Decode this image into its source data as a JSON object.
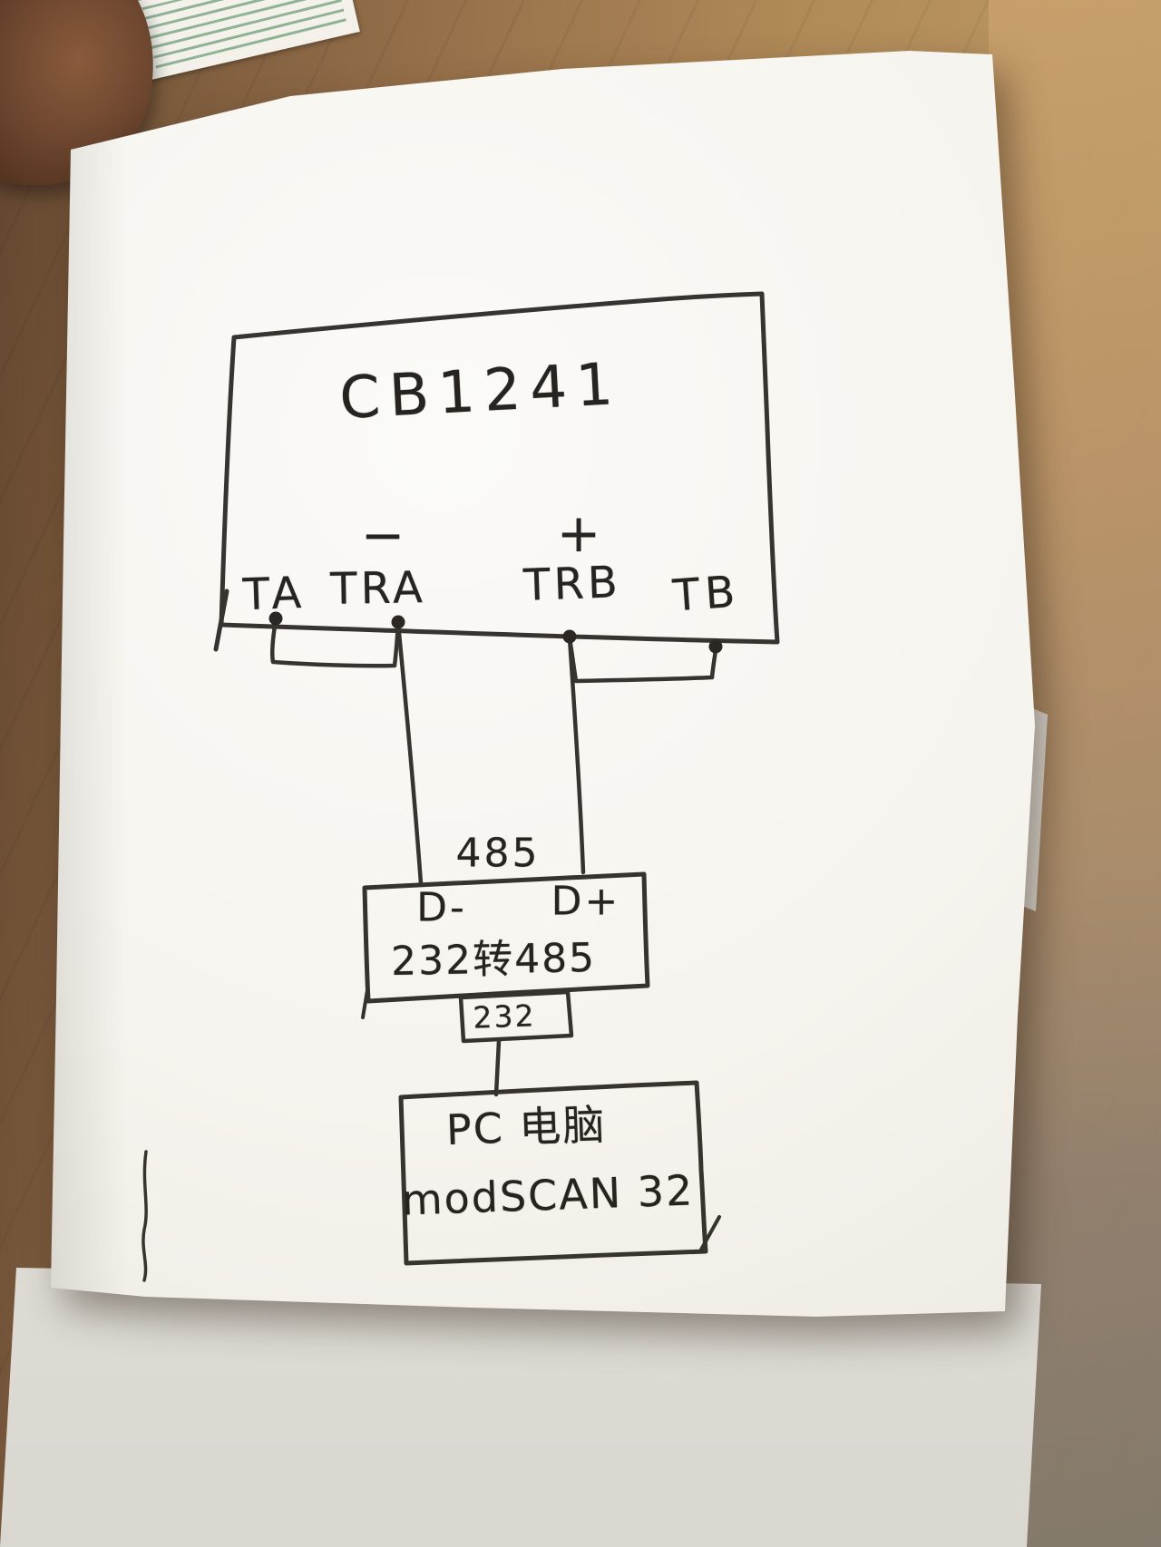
{
  "diagram": {
    "device": {
      "label": "CB1241",
      "polarity_minus": "−",
      "polarity_plus": "+",
      "terminals": [
        {
          "label": "TA"
        },
        {
          "label": "TRA"
        },
        {
          "label": "TRB"
        },
        {
          "label": "TB"
        }
      ]
    },
    "bus_label": "485",
    "converter": {
      "pin_minus": "D-",
      "pin_plus": "D+",
      "label": "232转485"
    },
    "serial_label": "232",
    "pc": {
      "line1": "PC 电脑",
      "line2": "modSCAN 32"
    }
  },
  "colors": {
    "ink": "#2b2722",
    "paper": "#f6f4ee",
    "wood": "#a07a50"
  }
}
